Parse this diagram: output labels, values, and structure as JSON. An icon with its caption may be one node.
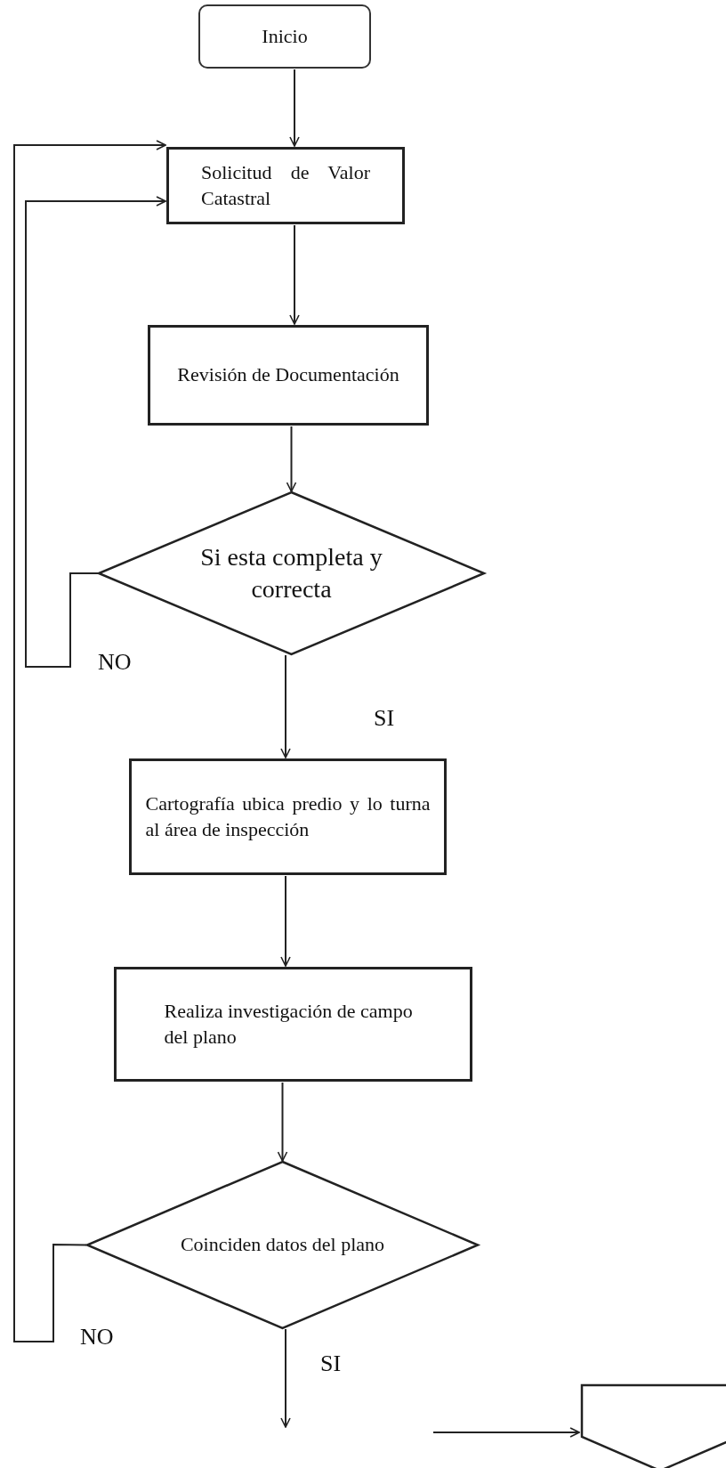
{
  "diagram": {
    "nodes": [
      {
        "text": [
          "Inicio"
        ]
      },
      {
        "text": [
          "Solicitud de Valor Catastral"
        ]
      },
      {
        "text": [
          "Revisión de Documentación"
        ]
      },
      {
        "text": [
          "Si esta completa y correcta"
        ]
      },
      {
        "text": [
          "Cartografía ubica predio y lo turna al área de inspección"
        ]
      },
      {
        "text": [
          "Realiza investigación de campo del plano"
        ]
      },
      {
        "text": [
          "Coinciden datos del plano"
        ]
      },
      {
        "text": [],
        "shape": "pentagon"
      }
    ],
    "edges": [
      {
        "from": 0,
        "to": 1,
        "arrow": "to"
      },
      {
        "from": 1,
        "to": 2,
        "arrow": "to"
      },
      {
        "from": 2,
        "to": 3,
        "arrow": "to"
      },
      {
        "from": 3,
        "to": 4,
        "arrow": "to",
        "label": "SI"
      },
      {
        "from": 4,
        "to": 5,
        "arrow": "to"
      },
      {
        "from": 5,
        "to": 6,
        "arrow": "to"
      },
      {
        "from": 6,
        "to": null,
        "arrow": "to",
        "label": "SI"
      },
      {
        "from": 3,
        "to": 1,
        "arrow": "to",
        "label": "NO"
      },
      {
        "from": 6,
        "to": 1,
        "arrow": "to",
        "label": "NO"
      },
      {
        "from": null,
        "to": 7,
        "arrow": "to"
      }
    ]
  }
}
